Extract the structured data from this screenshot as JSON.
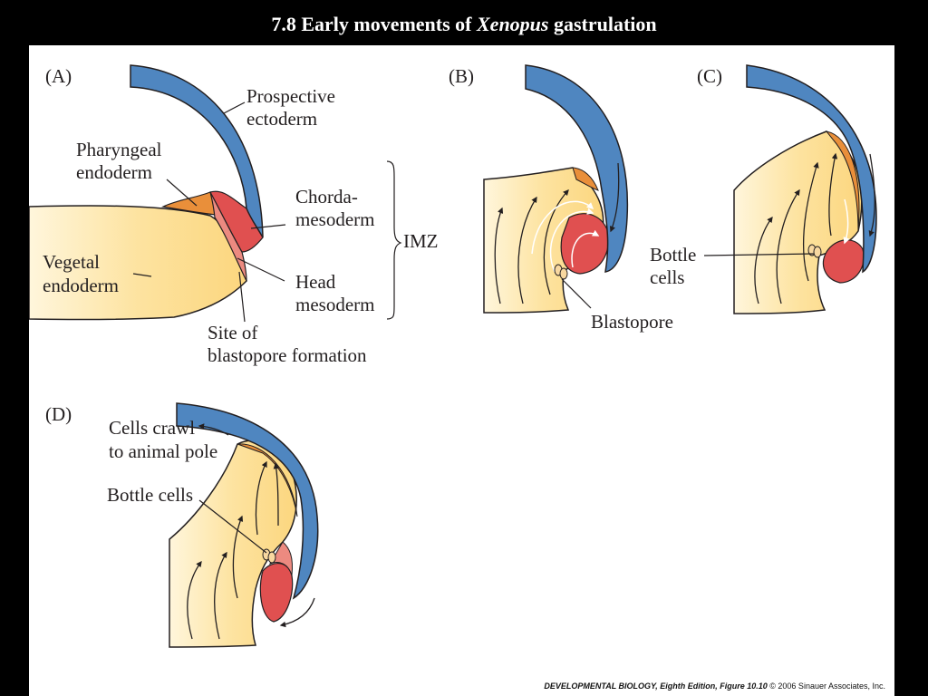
{
  "title": {
    "prefix": "7.8  Early movements of ",
    "italic": "Xenopus",
    "suffix": " gastrulation"
  },
  "panels": {
    "A": {
      "letter": "(A)",
      "labels": {
        "prospective_1": "Prospective",
        "prospective_2": "ectoderm",
        "pharyngeal_1": "Pharyngeal",
        "pharyngeal_2": "endoderm",
        "chorda_1": "Chorda-",
        "chorda_2": "mesoderm",
        "imz": "IMZ",
        "vegetal_1": "Vegetal",
        "vegetal_2": "endoderm",
        "head_1": "Head",
        "head_2": "mesoderm",
        "site_1": "Site of",
        "site_2": "blastopore formation"
      }
    },
    "B": {
      "letter": "(B)",
      "labels": {
        "blastopore": "Blastopore"
      }
    },
    "C": {
      "letter": "(C)",
      "labels": {
        "bottle_1": "Bottle",
        "bottle_2": "cells"
      }
    },
    "D": {
      "letter": "(D)",
      "labels": {
        "crawl_1": "Cells crawl",
        "crawl_2": "to animal pole",
        "bottle": "Bottle cells"
      }
    }
  },
  "credit": {
    "book": "DEVELOPMENTAL BIOLOGY, Eighth Edition,",
    "figure": "Figure 10.10",
    "copyright": "© 2006 Sinauer Associates, Inc."
  },
  "colors": {
    "ectoderm": "#4f86c0",
    "endoderm_yolk": "#fcd98a",
    "pharyngeal_endoderm": "#e98f3a",
    "chordamesoderm": "#e05050",
    "head_mesoderm": "#ec8a80",
    "line": "#231f20"
  }
}
